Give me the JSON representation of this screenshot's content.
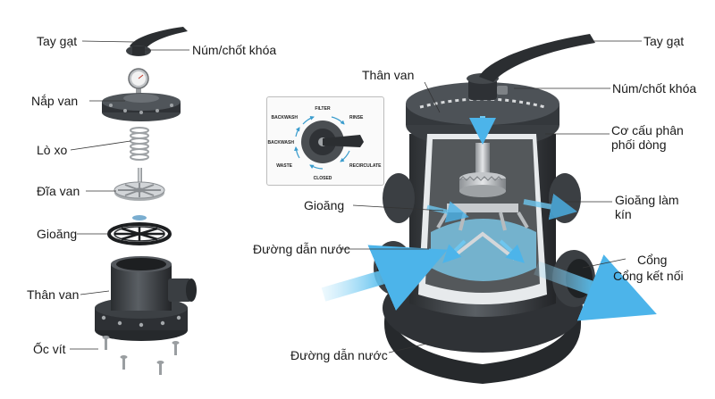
{
  "left_labels": {
    "handle": "Tay gạt",
    "knob": "Núm/chốt khóa",
    "cover": "Nắp van",
    "spring": "Lò xo",
    "disc": "Đĩa van",
    "gasket": "Gioăng",
    "body": "Thân van",
    "screws": "Ốc vít"
  },
  "right_labels": {
    "body": "Thân van",
    "handle": "Tay gạt",
    "knob": "Núm/chốt khóa",
    "mechanism": "Cơ cấu phân phối dòng",
    "gasket_left": "Gioăng",
    "seal": "Gioăng làm kín",
    "channel_mid": "Đường dẫn nước",
    "port": "Cổng",
    "connection_port": "Cổng kết nối",
    "channel_bottom": "Đường dẫn nước"
  },
  "dial": {
    "positions": [
      "FILTER",
      "RINSE",
      "RECIRCULATE",
      "CLOSED",
      "WASTE",
      "BACKWASH",
      "BACKWASH"
    ]
  },
  "colors": {
    "plastic_dark": "#2e3134",
    "plastic_mid": "#4a4e52",
    "water": "#6ec6ef",
    "metal": "#b9bcbf",
    "gauge_face": "#f2f2f2"
  }
}
